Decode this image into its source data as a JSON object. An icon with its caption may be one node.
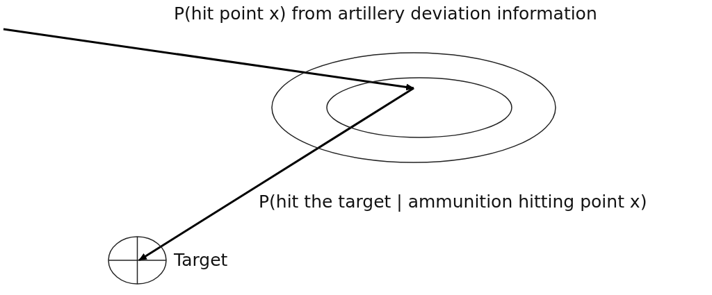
{
  "diagram": {
    "nodes": [
      {
        "text": [
          "P(hit point x) from artillery deviation information"
        ]
      },
      {
        "text": [],
        "shape": "circle",
        "beside": [
          "Target"
        ]
      }
    ],
    "edges": [
      {
        "from": null,
        "to": 0,
        "arrow": "to"
      },
      {
        "from": 0,
        "to": 1,
        "arrow": "to",
        "label": "P(hit the target | ammunition hitting point x)"
      }
    ]
  }
}
